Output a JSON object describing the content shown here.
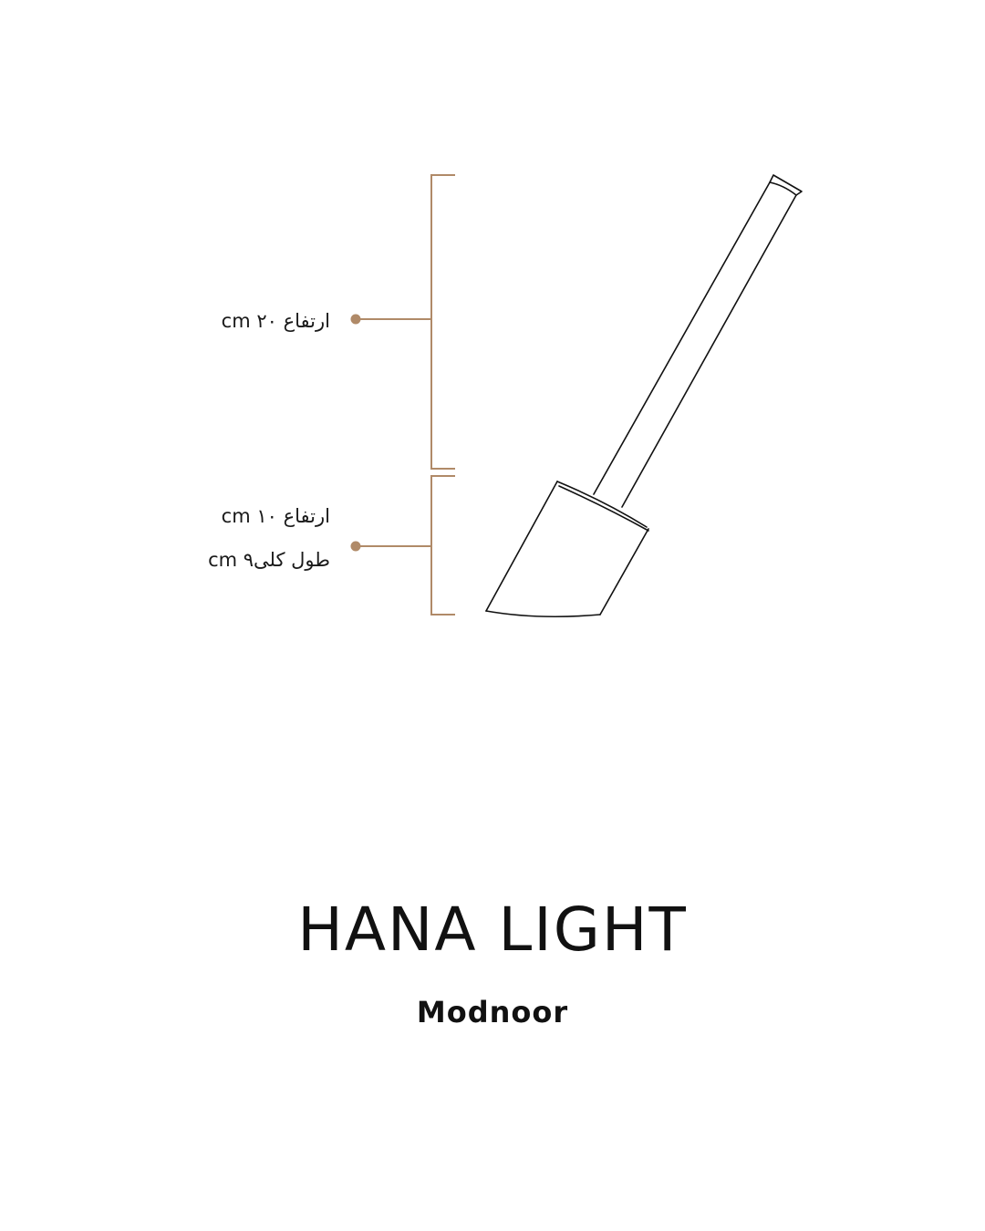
{
  "colors": {
    "accent": "#b08a68",
    "outline": "#111111",
    "background": "#ffffff"
  },
  "dimensions": {
    "upper": {
      "label": "ارتفاع ۲۰ cm"
    },
    "lower": {
      "height_label": "ارتفاع  ۱۰ cm",
      "length_label": "طول کلی۹ cm"
    }
  },
  "product": {
    "title": "HANA LIGHT",
    "brand": "Modnoor"
  }
}
